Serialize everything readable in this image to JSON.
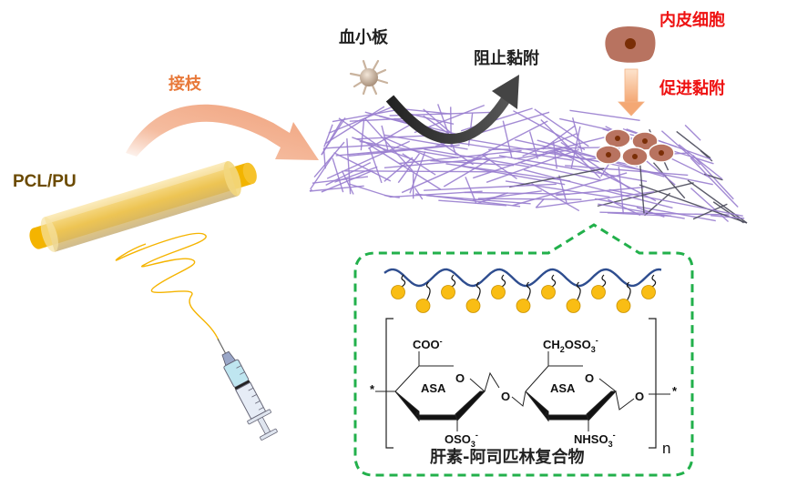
{
  "labels": {
    "pcl_pu": "PCL/PU",
    "graft": "接枝",
    "platelet": "血小板",
    "prevent_adhesion": "阻止黏附",
    "endothelial_cell": "内皮细胞",
    "promote_adhesion": "促进黏附",
    "complex_name": "肝素-阿司匹林复合物"
  },
  "chemistry": {
    "left_ring": {
      "top_group": "COO",
      "top_group_charge": "-",
      "ring_label": "ASA",
      "bottom_group": "OSO",
      "bottom_group_sub": "3",
      "bottom_group_charge": "-",
      "ring_oxygen": "O"
    },
    "linker_oxygen": "O",
    "right_ring": {
      "top_group_a": "CH",
      "top_group_sub1": "2",
      "top_group_b": "OSO",
      "top_group_sub2": "3",
      "top_group_charge": "-",
      "ring_label": "ASA",
      "bottom_group": "NHSO",
      "bottom_group_sub": "3",
      "bottom_group_charge": "-",
      "ring_oxygen": "O"
    },
    "terminal_oxygen": "O",
    "repeat_marker": "n",
    "end_marker_left": "*",
    "end_marker_right": "*"
  },
  "colors": {
    "graft_label": "#e8793a",
    "graft_arrow": "#f0a27a",
    "pcl_pu_label": "#6b4a00",
    "fiber_core": "#f2b400",
    "fiber_sheath": "#f7dc86",
    "mesh": "#9a7fd0",
    "mesh_dark": "#4a4a5a",
    "black_arrow": "#3a3a3a",
    "endothelial_label": "#ee1111",
    "cell_body": "#b87360",
    "cell_nucleus": "#7a2e06",
    "promote_arrow": "#f6b98a",
    "dashed_border": "#22b04b",
    "polymer_chain": "#2e4d8f",
    "bead": "#f9bd14",
    "syringe_liquid": "#bfe6f0"
  },
  "polymer": {
    "bead_count": 11
  }
}
